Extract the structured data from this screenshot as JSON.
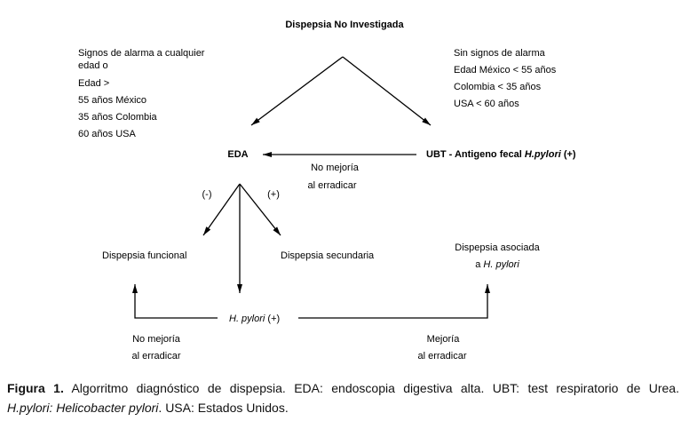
{
  "title": "Dispepsia No Investigada",
  "alarm_signs": [
    "Signos de alarma a cualquier",
    "edad o",
    "Edad >",
    "55 años México",
    "35 años Colombia",
    "60 años USA"
  ],
  "no_alarm_signs": [
    "Sin signos de alarma",
    "Edad México < 55 años",
    "Colombia < 35 años",
    "USA < 60 años"
  ],
  "eda": "EDA",
  "ubt": {
    "lead": "UBT - Antigeno fecal ",
    "organism": "H.pylori",
    "result": " (+)"
  },
  "ubt_to_eda_label": [
    "No mejoría",
    "al erradicar"
  ],
  "eda_negative": "(-)",
  "eda_positive": "(+)",
  "outcomes": {
    "functional": "Dispepsia funcional",
    "secondary": "Dispepsia secundaria",
    "hp_associated": {
      "line1": "Dispepsia asociada",
      "line2_lead": "a ",
      "line2_organism": "H. pylori"
    }
  },
  "hp_positive": {
    "organism": "H. pylori",
    "result": " (+)"
  },
  "left_feedback_label": [
    "No mejoría",
    "al erradicar"
  ],
  "right_feedback_label": [
    "Mejoría",
    "al erradicar"
  ],
  "caption": {
    "label": "Figura 1.",
    "line1": " Algorritmo diagnóstico de dispepsia. EDA: endoscopia digestiva alta. UBT: test respiratorio de Urea.",
    "abbr": "H.pylori:",
    "abbr_full": " Helicobacter pylori",
    "line2_rest": ". USA: Estados Unidos."
  }
}
